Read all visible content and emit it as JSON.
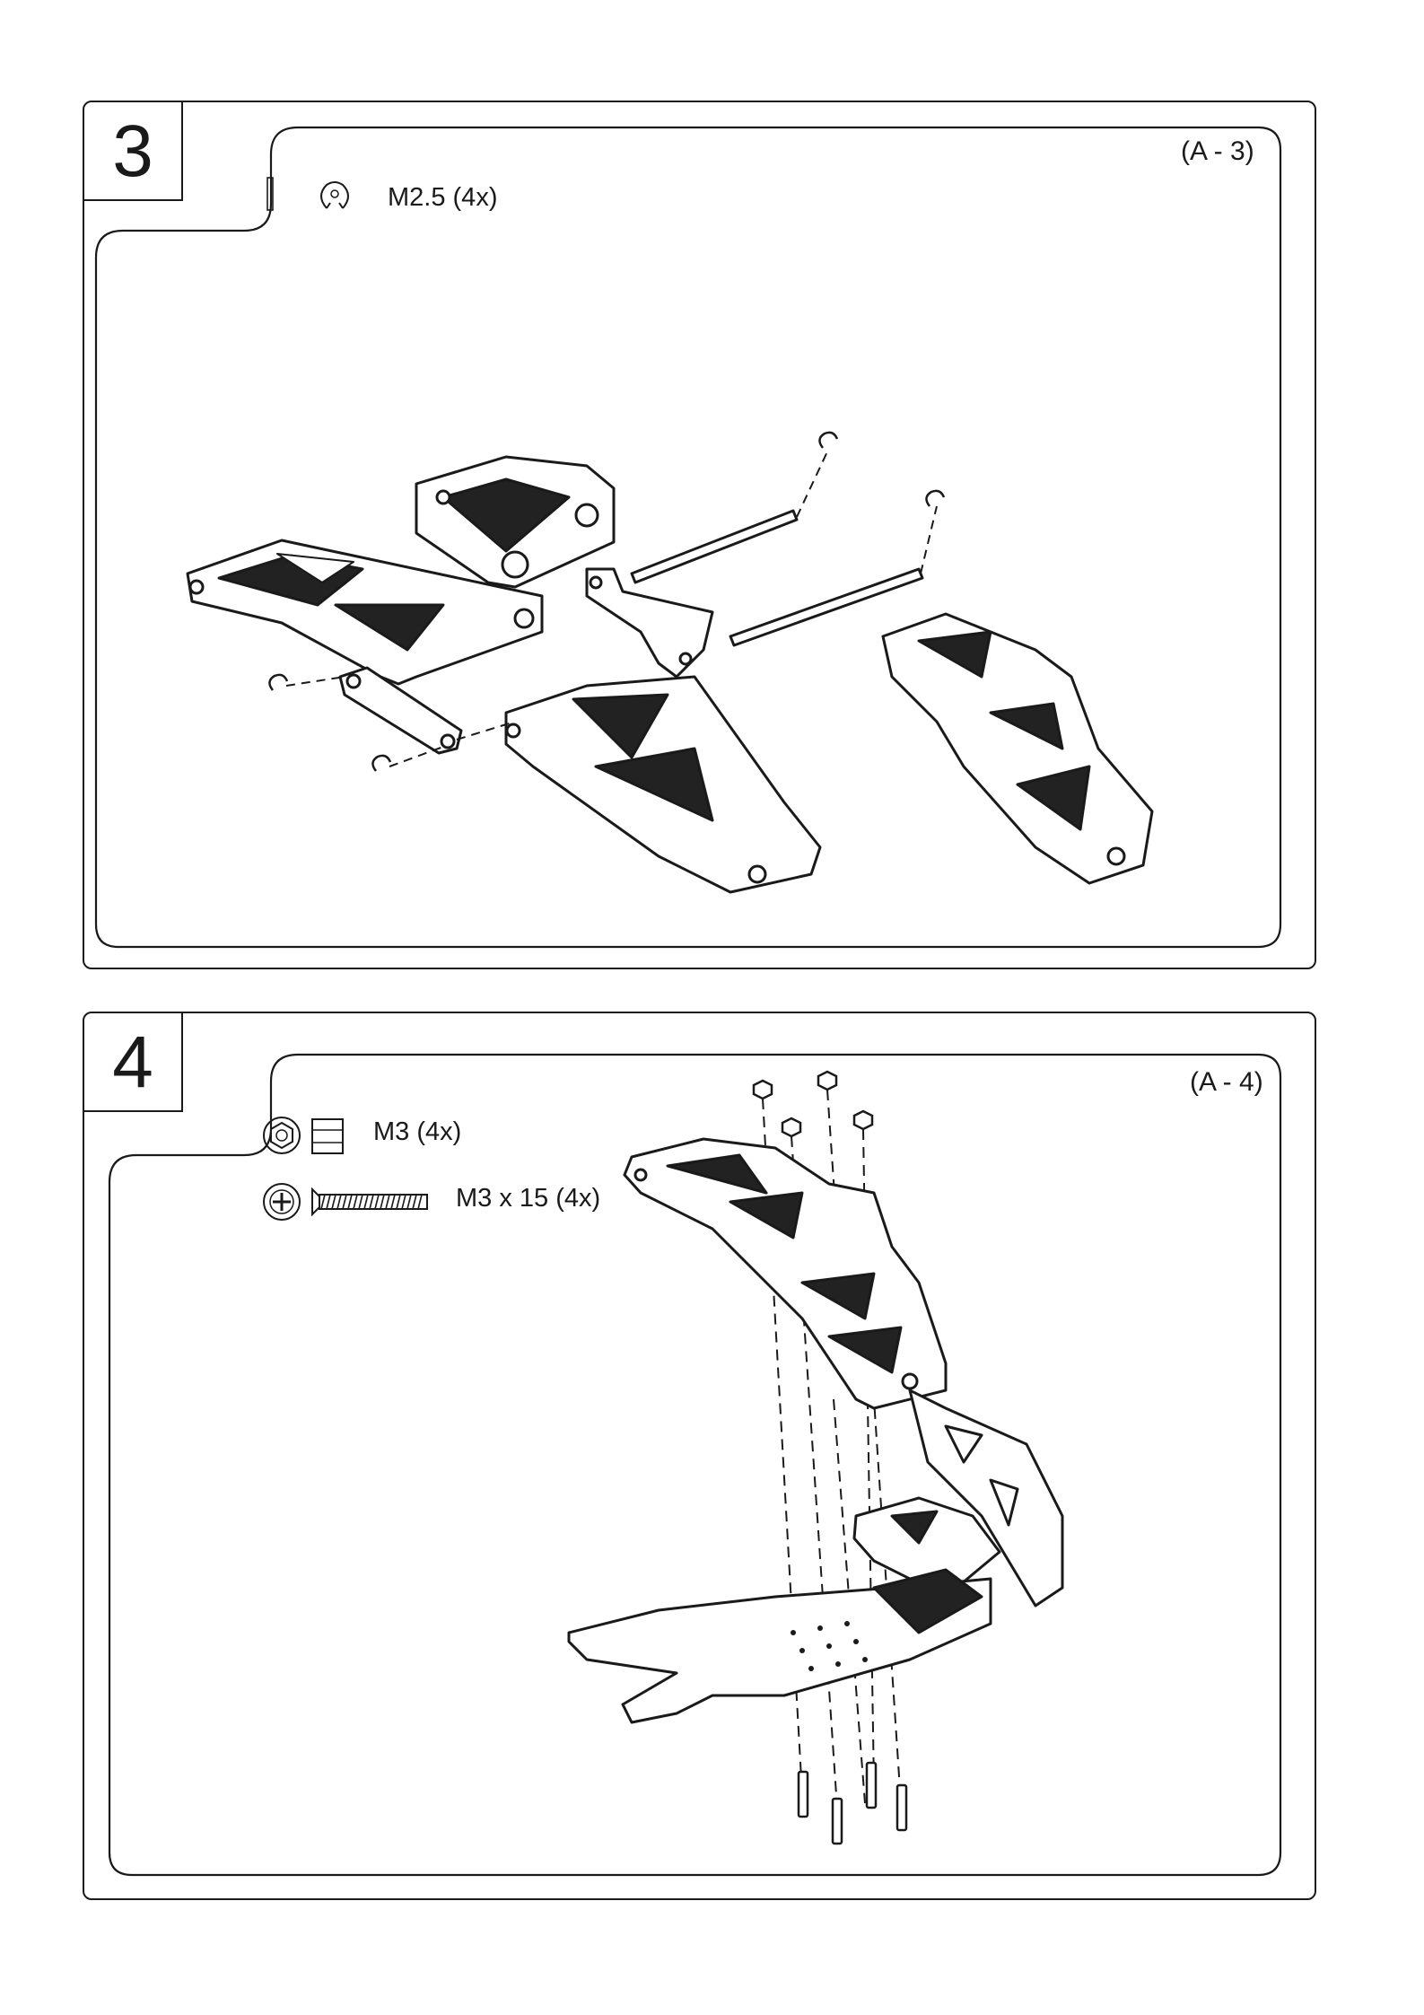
{
  "steps": [
    {
      "number": "3",
      "ref": "(A - 3)",
      "parts": [
        {
          "icon": "e-clip-icon",
          "label": "M2.5 (4x)"
        }
      ]
    },
    {
      "number": "4",
      "ref": "(A - 4)",
      "parts": [
        {
          "icon": "lock-nut-icon",
          "label": "M3 (4x)"
        },
        {
          "icon": "countersunk-screw-icon",
          "label": "M3 x 15 (4x)"
        }
      ]
    }
  ]
}
